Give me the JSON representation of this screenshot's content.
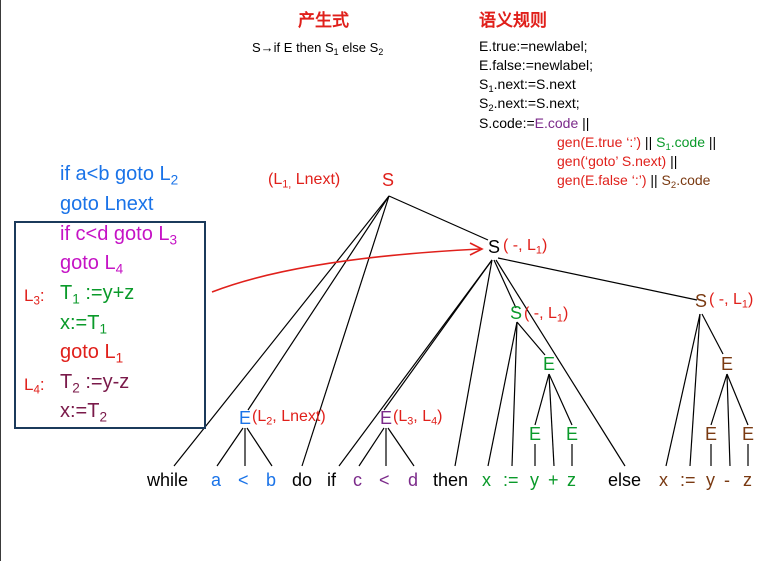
{
  "colors": {
    "red": "#e0201b",
    "blue": "#1a73e8",
    "magenta": "#c513c5",
    "green": "#0a9a2a",
    "brown": "#7a3a12",
    "purple": "#7b2a8a",
    "cyan": "#00b050",
    "box": "#1b3a5b"
  },
  "header": {
    "production_title": "产生式",
    "semantic_title": "语义规则"
  },
  "production": {
    "lhs": "S→if E then S",
    "sub1": "1",
    "mid": " else S",
    "sub2": "2"
  },
  "rules": {
    "r1": "E.true:=newlabel;",
    "r2": "E.false:=newlabel;",
    "r3_a": "S",
    "r3_sub": "1",
    "r3_b": ".next:=S.next",
    "r4_a": "S",
    "r4_sub": "2",
    "r4_b": ".next:=S.next;",
    "r5_a": "S.code:=",
    "r5_b": "E.code",
    "r5_c": " ||",
    "r6_a": "gen(E.true ‘:’)",
    "r6_b": " || ",
    "r6_c": "S",
    "r6_sub": "1",
    "r6_d": ".code",
    "r6_e": " ||",
    "r7_a": "gen(‘goto’  S.next)",
    "r7_b": " ||",
    "r8_a": "gen(E.false ‘:’)",
    "r8_b": " || ",
    "r8_c": "S",
    "r8_sub": "2",
    "r8_d": ".code"
  },
  "code": {
    "l1_a": "if a<b goto L",
    "l1_sub": "2",
    "l2": "goto Lnext",
    "l3_a": "if c<d goto L",
    "l3_sub": "3",
    "l4_a": "goto L",
    "l4_sub": "4",
    "l5_label": "L",
    "l5_label_sub": "3",
    "l5_colon": ":",
    "l5_a": "T",
    "l5_sub": "1",
    "l5_b": " :=y+z",
    "l6_a": "x:=T",
    "l6_sub": "1",
    "l7_a": "goto L",
    "l7_sub": "1",
    "l8_label": "L",
    "l8_label_sub": "4",
    "l8_colon": ":",
    "l8_a": "T",
    "l8_sub": "2",
    "l8_b": " :=y-z",
    "l9_a": "x:=T",
    "l9_sub": "2"
  },
  "tree": {
    "root_label_a": "(L",
    "root_label_sub": "1,",
    "root_label_b": " Lnext)",
    "root": "S",
    "s1": "S",
    "s1_label_a": "( -, L",
    "s1_label_sub": "1",
    "s1_label_b": ")",
    "s2": "S",
    "s2_label_a": "( -, L",
    "s2_label_sub": "1",
    "s2_label_b": ")",
    "s3": "S",
    "s3_label_a": "( -, L",
    "s3_label_sub": "1",
    "s3_label_b": ")",
    "e_green": "E",
    "e_green_l": "E",
    "e_green_r": "E",
    "e_brown": "E",
    "e_brown_l": "E",
    "e_brown_r": "E",
    "e1": "E",
    "e1_label_a": "(L",
    "e1_label_sub": "2",
    "e1_label_b": ", Lnext)",
    "e2": "E",
    "e2_label_a": " (L",
    "e2_label_sub": "3",
    "e2_label_b": ", L",
    "e2_label_sub2": "4",
    "e2_label_c": ")"
  },
  "leaves": {
    "while": "while",
    "a": "a",
    "lt1": "<",
    "b": "b",
    "do": "do",
    "if": "if",
    "c": "c",
    "lt2": "<",
    "d": "d",
    "then": "then",
    "x1": "x",
    "assign1": ":=",
    "y1": "y",
    "plus": "+",
    "z1": "z",
    "else": "else",
    "x2": "x",
    "assign2": ":=",
    "y2": "y",
    "minus": "-",
    "z2": "z"
  }
}
